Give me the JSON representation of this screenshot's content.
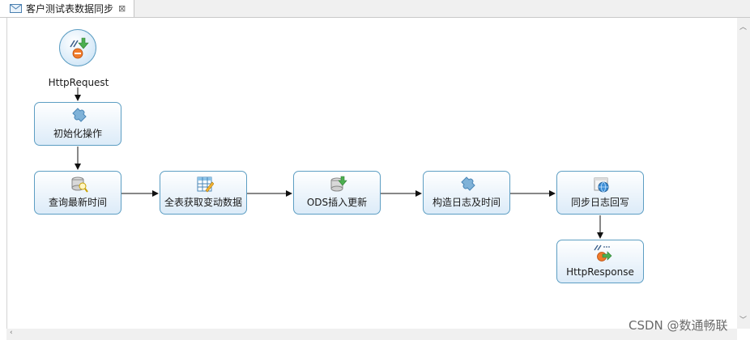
{
  "editor": {
    "tab_title": "客户测试表数据同步",
    "close_glyph": "⊠"
  },
  "flow": {
    "start_label": "HttpRequest",
    "nodes": [
      {
        "label": "初始化操作",
        "icon": "puzzle-icon"
      },
      {
        "label": "查询最新时间",
        "icon": "database-search-icon"
      },
      {
        "label": "全表获取变动数据",
        "icon": "table-edit-icon"
      },
      {
        "label": "ODS插入更新",
        "icon": "database-insert-icon"
      },
      {
        "label": "构造日志及时间",
        "icon": "puzzle-icon"
      },
      {
        "label": "同步日志回写",
        "icon": "globe-window-icon"
      },
      {
        "label": "HttpResponse",
        "icon": "response-icon"
      }
    ]
  },
  "watermark": "CSDN @数通畅联",
  "colors": {
    "node_border": "#5d9ec3",
    "connector": "#111111",
    "tab_bg": "#f0f0f0"
  }
}
